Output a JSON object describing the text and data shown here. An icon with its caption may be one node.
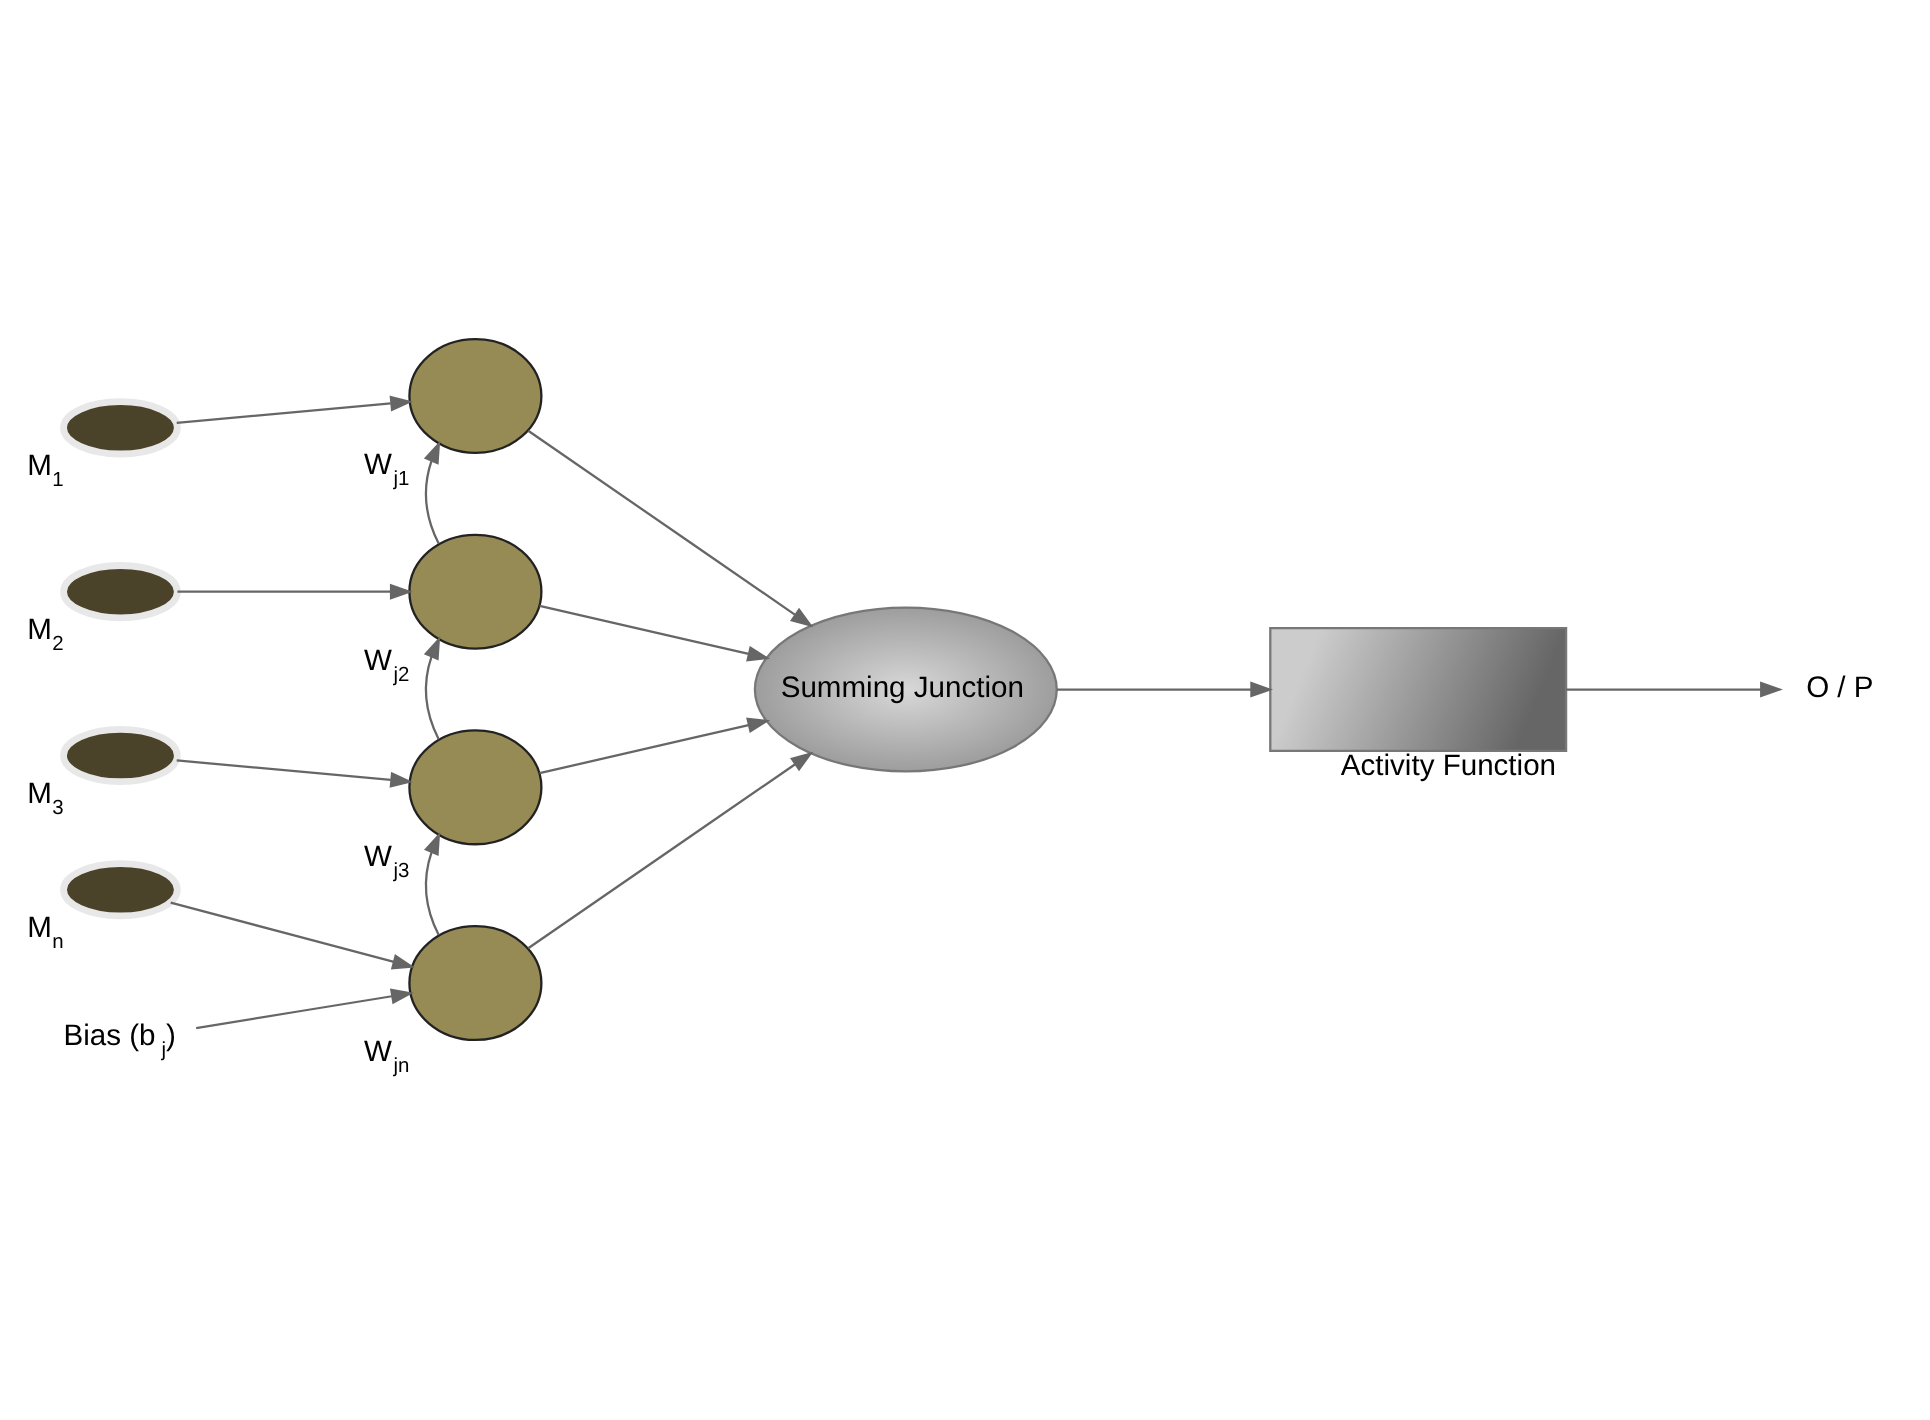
{
  "diagram": {
    "nodes": [
      {
        "text": [],
        "shape": "ellipse",
        "beside": [
          "M$_{1}$"
        ]
      },
      {
        "text": [],
        "shape": "circle",
        "beside": [
          "W$_{j1}$"
        ]
      },
      {
        "text": [],
        "shape": "ellipse",
        "beside": [
          "M$_{2}$"
        ]
      },
      {
        "text": [],
        "shape": "circle",
        "beside": [
          "W$_{j2}$"
        ]
      },
      {
        "text": [],
        "shape": "ellipse",
        "beside": [
          "M$_{3}$"
        ]
      },
      {
        "text": [],
        "shape": "circle",
        "beside": [
          "W$_{j3}$"
        ]
      },
      {
        "text": [],
        "shape": "ellipse",
        "beside": [
          "M$_{n}$"
        ]
      },
      {
        "text": [],
        "shape": "circle",
        "beside": [
          "W$_{jn}$"
        ]
      },
      {
        "text": [
          "Summing Junction"
        ]
      },
      {
        "text": [
          "Activity Function"
        ]
      },
      {
        "text": [
          "O / P"
        ]
      },
      {
        "text": [
          "Bias (b$_{j}$)"
        ]
      }
    ],
    "edges": [
      {
        "from": 0,
        "to": 1,
        "arrow": "to"
      },
      {
        "from": 2,
        "to": 3,
        "arrow": "to"
      },
      {
        "from": 4,
        "to": 5,
        "arrow": "to"
      },
      {
        "from": 6,
        "to": 7,
        "arrow": "to"
      },
      {
        "from": 3,
        "to": 1,
        "arrow": "to"
      },
      {
        "from": 5,
        "to": 3,
        "arrow": "to"
      },
      {
        "from": 7,
        "to": 5,
        "arrow": "to"
      },
      {
        "from": 11,
        "to": 7,
        "arrow": "to"
      },
      {
        "from": 1,
        "to": 8,
        "arrow": "to"
      },
      {
        "from": 3,
        "to": 8,
        "arrow": "to"
      },
      {
        "from": 5,
        "to": 8,
        "arrow": "to"
      },
      {
        "from": 7,
        "to": 8,
        "arrow": "to"
      },
      {
        "from": 8,
        "to": 9,
        "arrow": "to"
      },
      {
        "from": 9,
        "to": 10,
        "arrow": "to"
      }
    ]
  }
}
